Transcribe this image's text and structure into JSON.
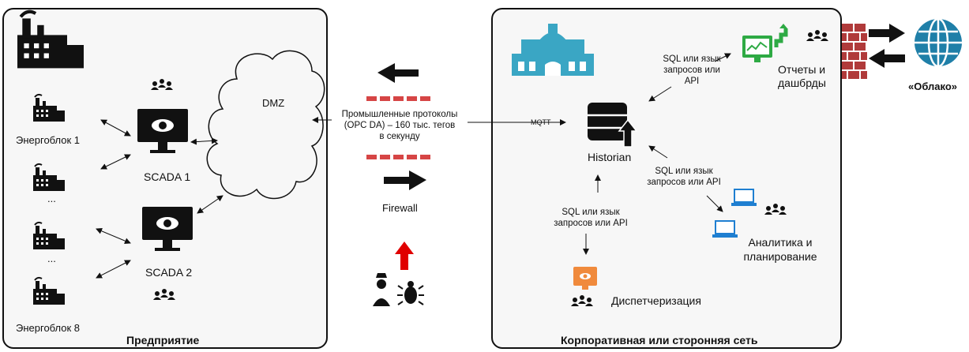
{
  "panels": {
    "left_title": "Предприятие",
    "right_title": "Корпоративная или сторонняя сеть"
  },
  "left": {
    "unit1_label": "Энергоблок 1",
    "ellipsis_a": "...",
    "ellipsis_b": "...",
    "unit8_label": "Энергоблок 8",
    "scada1_label": "SCADA 1",
    "scada2_label": "SCADA 2",
    "dmz_label": "DMZ"
  },
  "middle": {
    "protocols_text": "Промышленные протоколы\n(OPC DA) – 160 тыс. тегов\nв секунду",
    "firewall_label": "Firewall",
    "mqtt_label": "MQTT"
  },
  "right": {
    "historian_label": "Historian",
    "sql_top": "SQL или язык\nзапросов или\nAPI",
    "sql_right": "SQL или язык\nзапросов или API",
    "sql_bottom": "SQL или язык\nзапросов или API",
    "reports_label": "Отчеты и\nдашбрды",
    "analytics_label": "Аналитика и\nпланирование",
    "dispatch_label": "Диспетчеризация"
  },
  "cloud_label": "«Облако»",
  "colors": {
    "firewall_red": "#d64545",
    "alert_red": "#e00000",
    "teal": "#3aa6c4",
    "green": "#2eaa44",
    "blue": "#1f7fd1",
    "orange": "#f08a3c",
    "globe": "#1f7fa8",
    "brick": "#b03a3a"
  }
}
